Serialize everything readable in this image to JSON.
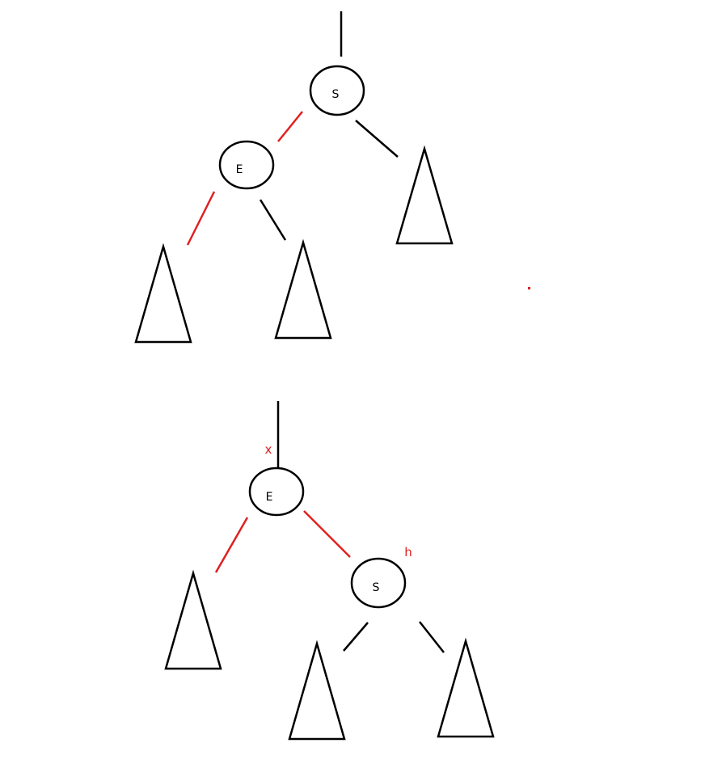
{
  "colors": {
    "black_link": "#000000",
    "red_link": "#e02020",
    "annotation": "#e02020"
  },
  "diagram_before": {
    "root": {
      "label": "S"
    },
    "left_child": {
      "label": "E"
    }
  },
  "diagram_after": {
    "root": {
      "label": "E",
      "annotation": "x"
    },
    "right_child": {
      "label": "S",
      "annotation": "h"
    }
  }
}
